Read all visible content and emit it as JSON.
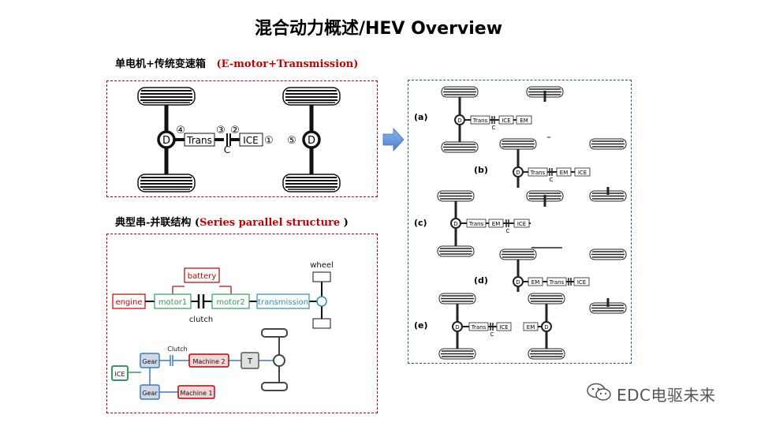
{
  "title": "混合动力概述/HEV Overview",
  "section1": {
    "label_cn": "单电机+传统变速箱",
    "label_en": "(E-motor+Transmission)"
  },
  "section2": {
    "label_cn": "典型串-并联结构 (",
    "label_en": "Series parallel structure",
    "label_close": " )"
  },
  "diagram1": {
    "trans": "Trans",
    "ice": "ICE",
    "clutch": "C",
    "diff": "D",
    "n1": "①",
    "n2": "②",
    "n3": "③",
    "n4": "④",
    "n5": "⑤"
  },
  "diagram2": {
    "engine": "engine",
    "motor1": "motor1",
    "motor2": "motor2",
    "battery": "battery",
    "transmission": "transmission",
    "wheel": "wheel",
    "clutch": "clutch",
    "clutch_small": "Clutch",
    "gear_top": "Gear",
    "gear_bottom": "Gear",
    "machine2": "Machine 2",
    "machine1": "Machine 1",
    "ice": "ICE",
    "t": "T"
  },
  "variants": {
    "a": {
      "label": "(a)",
      "b1": "Trans",
      "b2": "ICE",
      "b3": "EM",
      "c": "C",
      "d": "D"
    },
    "b": {
      "label": "(b)",
      "b1": "Trans",
      "b2": "EM",
      "b3": "ICE",
      "c": "C",
      "d": "D"
    },
    "c": {
      "label": "(c)",
      "b1": "Trans",
      "b2": "EM",
      "b3": "ICE",
      "c": "C",
      "d": "D"
    },
    "d": {
      "label": "(d)",
      "b1": "EM",
      "b2": "Trans",
      "b3": "ICE",
      "d": "D"
    },
    "e": {
      "label": "(e)",
      "b1": "Trans",
      "b2": "ICE",
      "b3": "EM",
      "c": "C",
      "d1": "D",
      "d2": "D"
    }
  },
  "watermark": "EDC电驱未来",
  "colors": {
    "red": "#c00000",
    "green": "#2ca05a",
    "teal": "#2a8fb0",
    "blue_box": "#3b7bbf",
    "dash_blue": "#1f5a8c"
  }
}
